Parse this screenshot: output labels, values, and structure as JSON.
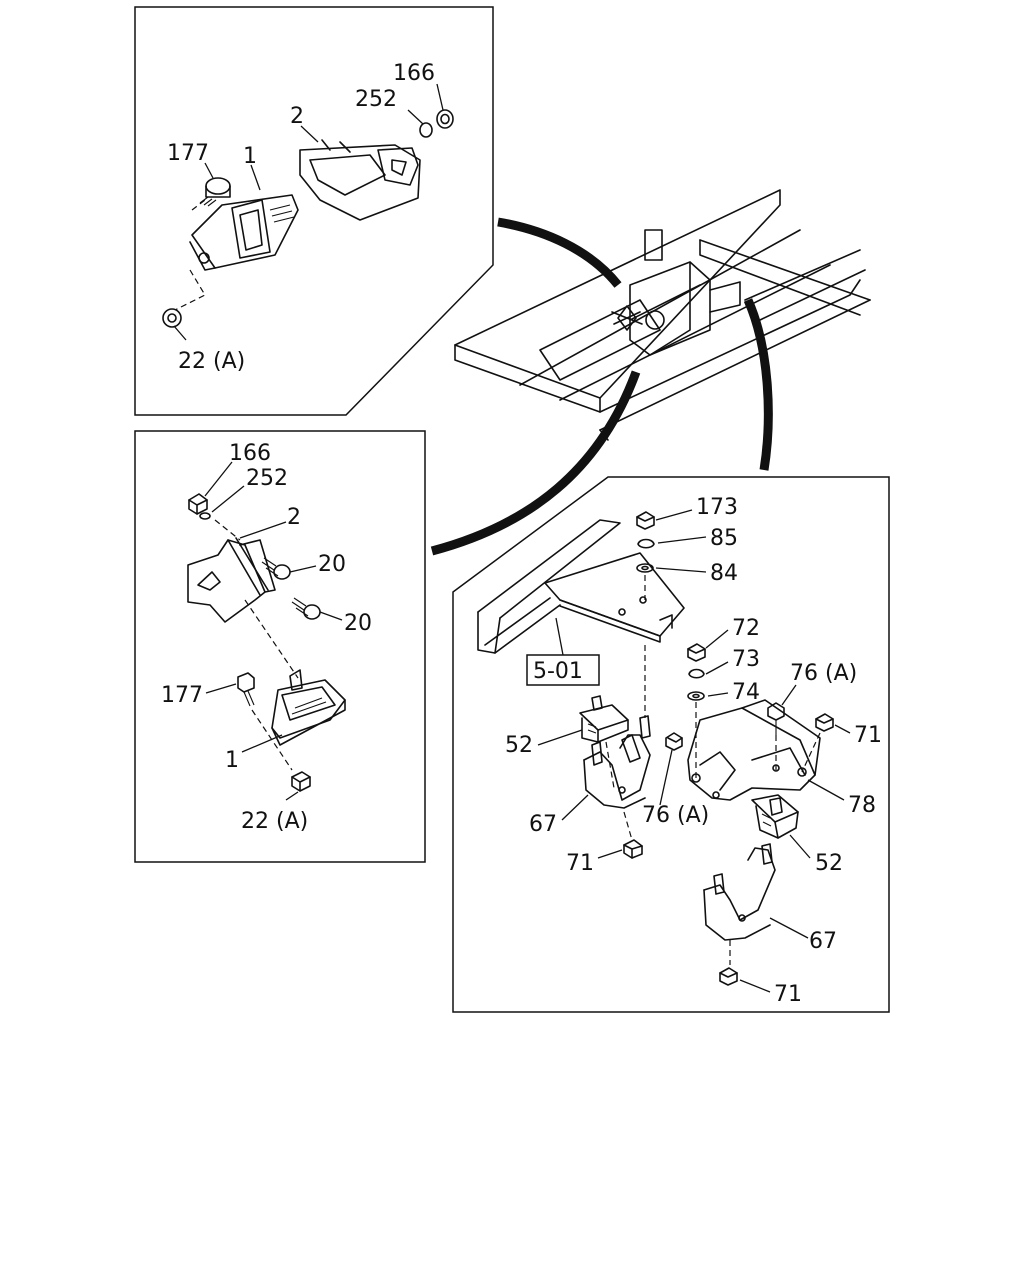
{
  "panels": {
    "top_left": {
      "callouts": {
        "p166": "166",
        "p252": "252",
        "p2": "2",
        "p177": "177",
        "p1": "1",
        "p22a": "22 (A)"
      }
    },
    "mid_left": {
      "callouts": {
        "p166": "166",
        "p252": "252",
        "p2": "2",
        "p20a": "20",
        "p20b": "20",
        "p177": "177",
        "p1": "1",
        "p22a": "22 (A)"
      }
    },
    "right": {
      "ref_box": "5-01",
      "callouts": {
        "p173": "173",
        "p85": "85",
        "p84": "84",
        "p72": "72",
        "p73": "73",
        "p74": "74",
        "p76a_top": "76 (A)",
        "p71_top": "71",
        "p52_left": "52",
        "p78": "78",
        "p67_left": "67",
        "p76a_mid": "76 (A)",
        "p52_right": "52",
        "p71_mid": "71",
        "p67_right": "67",
        "p71_bottom": "71"
      }
    }
  }
}
